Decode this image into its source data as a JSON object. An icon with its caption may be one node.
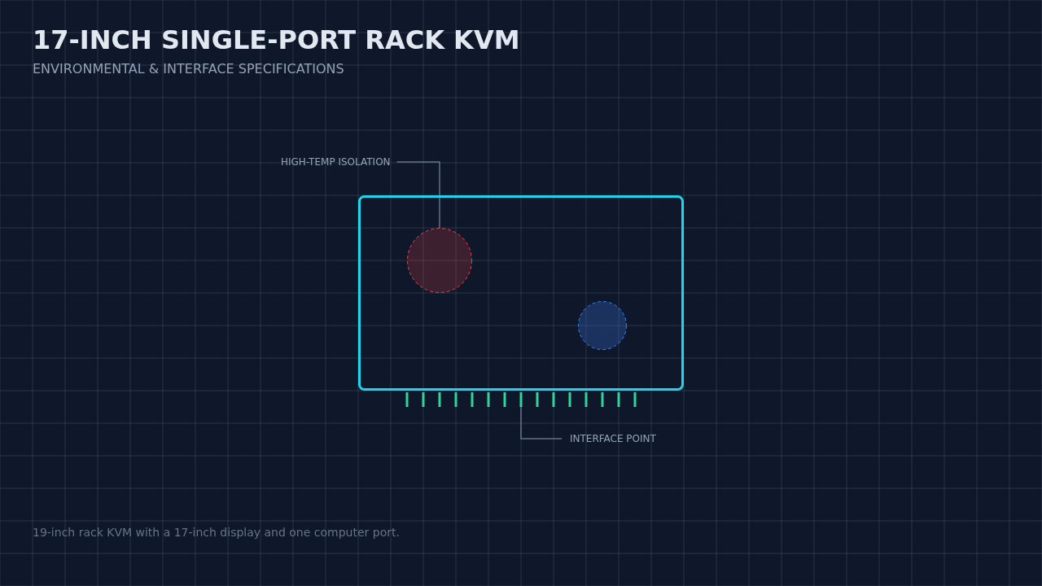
{
  "diagram": {
    "title": "17-INCH SINGLE-PORT RACK KVM",
    "caption": "19-inch rack KVM with a 17-inch display and one computer port.",
    "nodes": [
      {
        "text": [
          "HIGH-TEMP ISOLATION"
        ]
      },
      {
        "text": [],
        "shape": "box"
      },
      {
        "text": [],
        "shape": "circle",
        "in": 1
      },
      {
        "text": [],
        "shape": "circle",
        "in": 1
      },
      {
        "text": [],
        "shape": "bar"
      },
      {
        "text": [
          "INTERFACE POINT"
        ]
      }
    ],
    "edges": [
      {
        "from": 0,
        "to": 2,
        "arrow": "none"
      },
      {
        "from": 5,
        "to": 4,
        "arrow": "none"
      }
    ],
    "labels": [
      "ENVIRONMENTAL & INTERFACE SPECIFICATIONS"
    ]
  }
}
